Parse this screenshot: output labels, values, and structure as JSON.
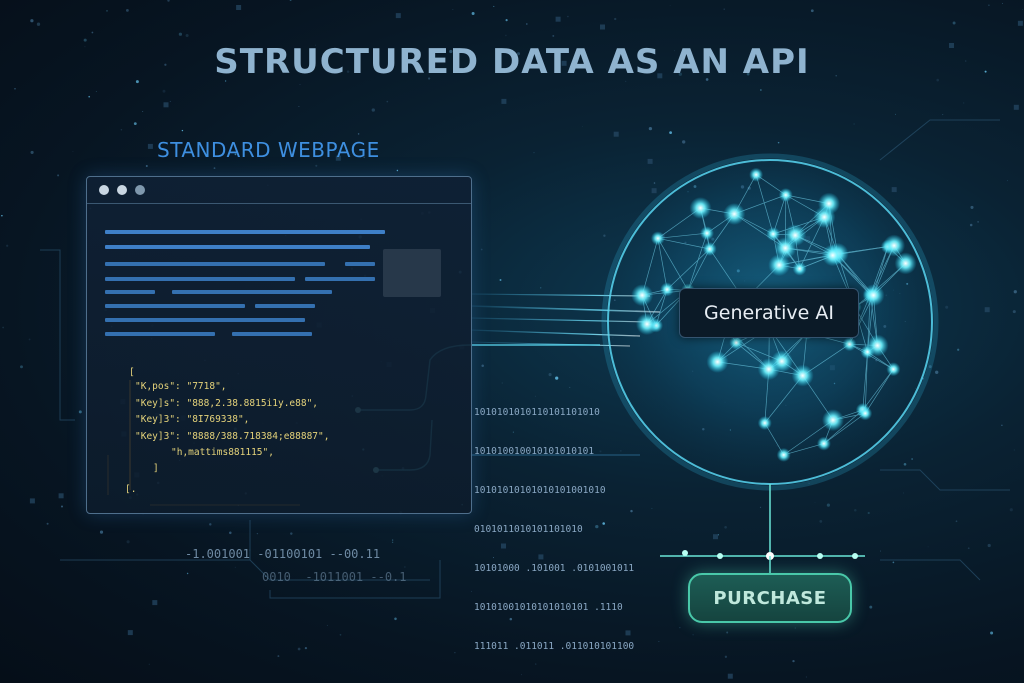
{
  "title": "STRUCTURED DATA AS AN API",
  "section_label": "STANDARD WEBPAGE",
  "ai_label": "Generative AI",
  "purchase_label": "PURCHASE",
  "code_lines": [
    "[",
    "\"K,pos\": \"7718\",",
    "\"Key]s\": \"888,2.38.8815i1y.e88\",",
    "\"Key]3\": \"8I769338\",",
    "\"Key]3\": \"8888/388.718384;e88887\",",
    "\"h,mattims881115\",",
    "]",
    "[."
  ],
  "binary_stream": [
    "1010101010110101101010",
    "101010010010101010101",
    "10101010101010101001010",
    "0101011010101101010",
    "10101000 .101001 .0101001011",
    "10101001010101010101 .1110",
    "111011 .011011 .011010101100"
  ],
  "binary_bottom_1": "-1.001001 -01100101 --00.11",
  "binary_bottom_2": "0010  -1011001 --0.1",
  "colors": {
    "title": "#8fb3cf",
    "section_label": "#3e8fe0",
    "accent_cyan": "#4fe3f0",
    "purchase_border": "#49c8a9",
    "code": "#e4d27a"
  },
  "icons": [
    "browser-window-icon",
    "neural-globe-icon"
  ]
}
